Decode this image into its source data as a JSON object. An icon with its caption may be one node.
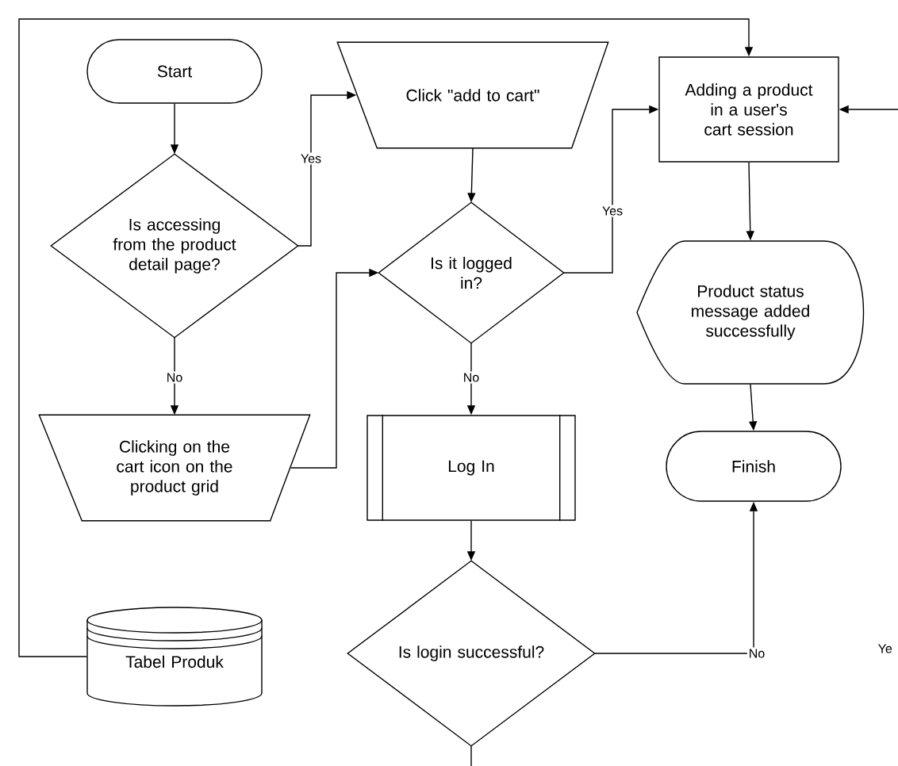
{
  "diagram": {
    "nodes": [
      {
        "text": [
          "Start"
        ]
      },
      {
        "text": [
          "Is accessing from the product detail page?"
        ]
      },
      {
        "text": [
          "Click \"add to cart\""
        ]
      },
      {
        "text": [
          "Is it logged in?"
        ]
      },
      {
        "text": [
          "Clicking on the cart icon on the product grid"
        ]
      },
      {
        "text": [
          "Log In"
        ]
      },
      {
        "text": [
          "Is login successful?"
        ]
      },
      {
        "text": [
          "Tabel Produk"
        ]
      },
      {
        "text": [
          "Adding a product in a user's cart session"
        ]
      },
      {
        "text": [
          "Product status message added successfully"
        ]
      },
      {
        "text": [
          "Finish"
        ]
      }
    ],
    "edges": [
      {
        "from": 0,
        "to": 1,
        "arrow": "to"
      },
      {
        "from": 1,
        "to": 2,
        "arrow": "to",
        "label": "Yes"
      },
      {
        "from": 1,
        "to": 4,
        "arrow": "to",
        "label": "No"
      },
      {
        "from": 4,
        "to": 3,
        "arrow": "to"
      },
      {
        "from": 2,
        "to": 3,
        "arrow": "to"
      },
      {
        "from": 3,
        "to": 8,
        "arrow": "to",
        "label": "Yes"
      },
      {
        "from": 3,
        "to": 5,
        "arrow": "to",
        "label": "No"
      },
      {
        "from": 5,
        "to": 6,
        "arrow": "to"
      },
      {
        "from": 6,
        "to": 10,
        "arrow": "to",
        "label": "No"
      },
      {
        "from": 7,
        "to": 8,
        "arrow": "to"
      },
      {
        "from": 8,
        "to": 9,
        "arrow": "to"
      },
      {
        "from": 9,
        "to": 10,
        "arrow": "to"
      },
      {
        "from": null,
        "to": 8,
        "arrow": "to"
      },
      {
        "from": 6,
        "to": null,
        "arrow": "none"
      }
    ],
    "labels": [
      "Ye"
    ]
  }
}
